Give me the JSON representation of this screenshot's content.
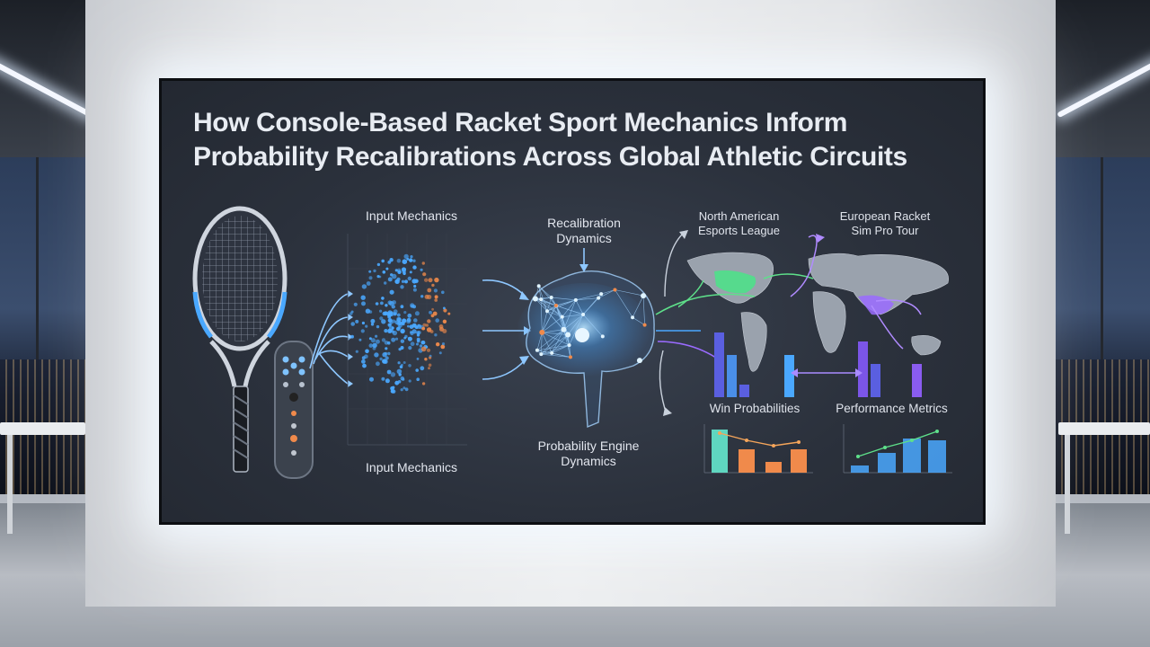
{
  "title_line1": "How Console-Based Racket Sport Mechanics Inform",
  "title_line2": "Probability Recalibrations Across Global Athletic Circuits",
  "labels": {
    "input_mechanics_top": "Input Mechanics",
    "input_mechanics_bottom": "Input Mechanics",
    "recalibration_line1": "Recalibration",
    "recalibration_line2": "Dynamics",
    "engine_line1": "Probability Engine",
    "engine_line2": "Dynamics",
    "na_line1": "North American",
    "na_line2": "Esports League",
    "eu_line1": "European Racket",
    "eu_line2": "Sim Pro Tour",
    "win_probabilities": "Win Probabilities",
    "performance_metrics": "Performance Metrics"
  },
  "colors": {
    "screen_bg": "#2b313c",
    "accent_blue": "#4aa8ff",
    "accent_orange": "#f08a4b",
    "accent_green": "#5ee08a",
    "accent_purple": "#9a6bff",
    "accent_teal": "#5fd6c0"
  },
  "icons": [
    "tennis-racket-icon",
    "game-controller-icon",
    "neural-brain-icon",
    "world-map-icon"
  ]
}
